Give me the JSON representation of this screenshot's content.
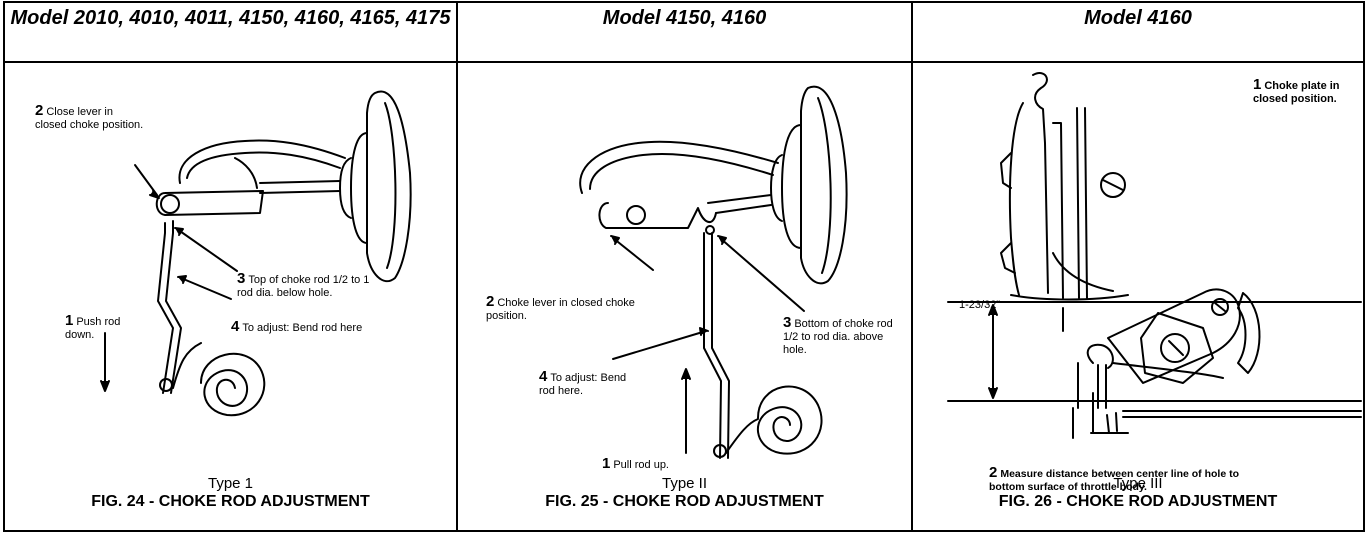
{
  "panels": [
    {
      "header": "Model 2010, 4010, 4011, 4150, 4160, 4165, 4175",
      "type": "Type 1",
      "figure": "FIG. 24 - CHOKE ROD ADJUSTMENT",
      "labels": [
        {
          "num": "2",
          "text": "Close lever in closed choke position."
        },
        {
          "num": "3",
          "text": "Top of choke rod 1/2 to 1 rod dia. below hole."
        },
        {
          "num": "1",
          "text": "Push rod down."
        },
        {
          "num": "4",
          "text": "To adjust: Bend rod here"
        }
      ]
    },
    {
      "header": "Model 4150, 4160",
      "type": "Type II",
      "figure": "FIG. 25 - CHOKE ROD ADJUSTMENT",
      "labels": [
        {
          "num": "2",
          "text": "Choke lever in closed choke position."
        },
        {
          "num": "3",
          "text": "Bottom of choke rod 1/2 to rod dia. above hole."
        },
        {
          "num": "4",
          "text": "To adjust: Bend rod here."
        },
        {
          "num": "1",
          "text": "Pull rod up."
        }
      ]
    },
    {
      "header": "Model 4160",
      "type": "Type III",
      "figure": "FIG. 26 - CHOKE ROD ADJUSTMENT",
      "labels": [
        {
          "num": "1",
          "text": "Choke plate in closed position."
        },
        {
          "num": "2",
          "text": "Measure distance between center line of hole to bottom surface of throttle body."
        }
      ],
      "dimension": "1-23/32\""
    }
  ]
}
